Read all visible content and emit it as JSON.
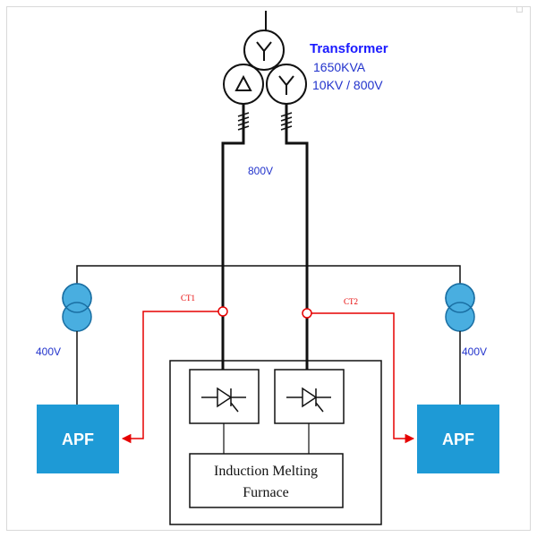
{
  "transformer": {
    "title": "Transformer",
    "rating": "1650KVA",
    "voltage": "10KV / 800V",
    "secondary_voltage": "800V",
    "winding_y": "Y",
    "winding_delta": "Δ"
  },
  "left_branch": {
    "voltage": "400V",
    "apf_label": "APF",
    "ct_label": "CT1"
  },
  "right_branch": {
    "voltage": "400V",
    "apf_label": "APF",
    "ct_label": "CT2"
  },
  "furnace": {
    "line1": "Induction Melting",
    "line2": "Furnace"
  },
  "colors": {
    "title_blue": "#1a1aff",
    "text_blue": "#2233cc",
    "apf_fill": "#1e9ad6",
    "ct_red": "#e60000",
    "line_black": "#111111"
  }
}
